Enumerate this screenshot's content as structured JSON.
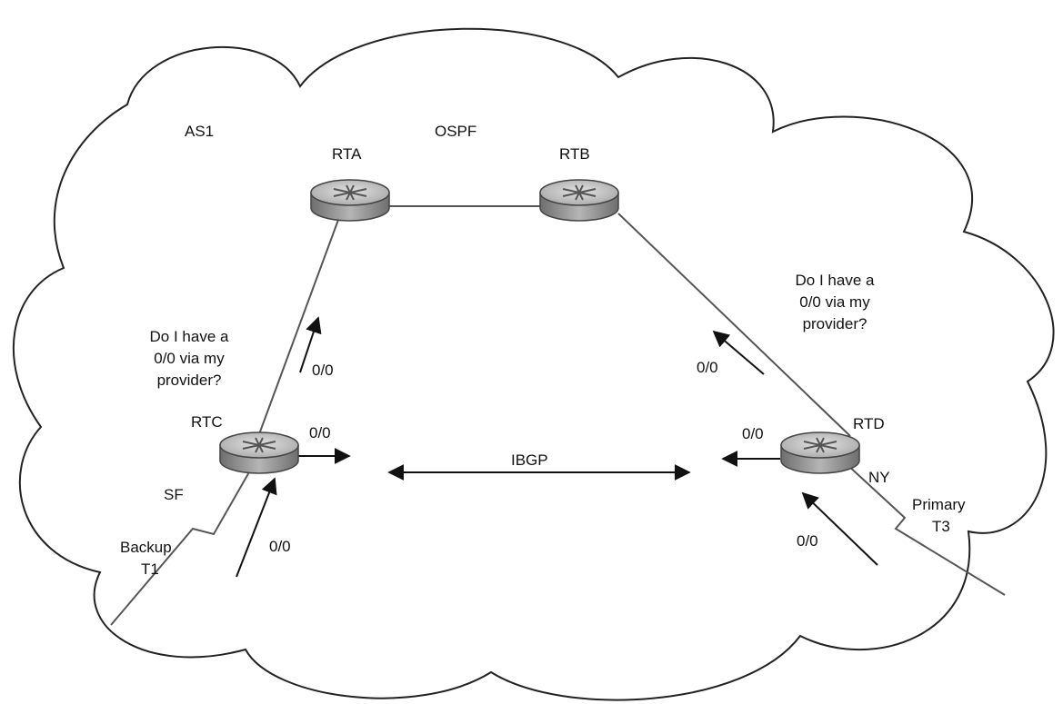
{
  "diagram": {
    "as_label": "AS1",
    "igp_label": "OSPF",
    "ibgp_label": "IBGP",
    "routers": {
      "rta": "RTA",
      "rtb": "RTB",
      "rtc": "RTC",
      "rtd": "RTD"
    },
    "sites": {
      "sf": "SF",
      "ny": "NY"
    },
    "question_left": [
      "Do I have a",
      "0/0 via my",
      "provider?"
    ],
    "question_right": [
      "Do I have a",
      "0/0 via my",
      "provider?"
    ],
    "default_route": "0/0",
    "backup_link": [
      "Backup",
      "T1"
    ],
    "primary_link": [
      "Primary",
      "T3"
    ],
    "colors": {
      "router_body": "#9a9a9a",
      "router_top": "#c9c9c9",
      "cloud_stroke": "#222222"
    }
  }
}
